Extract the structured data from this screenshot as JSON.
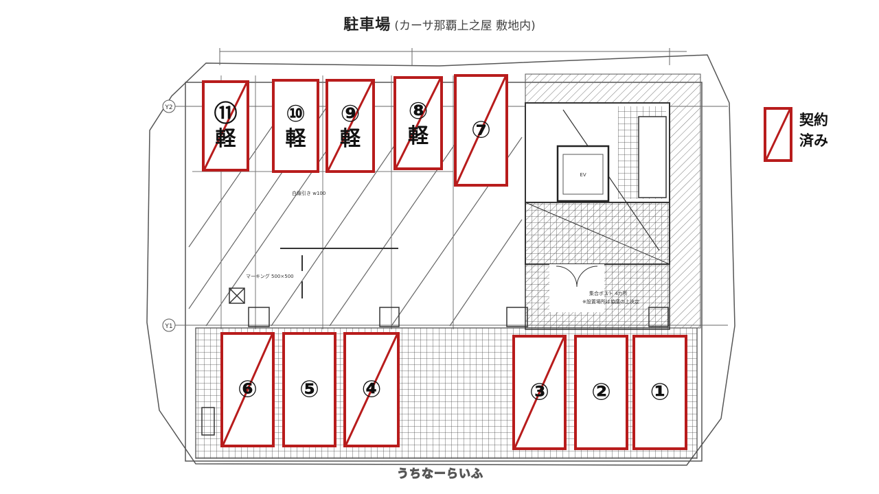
{
  "title": {
    "main": "駐車場",
    "sub": "(カーサ那覇上之屋 敷地内)"
  },
  "colors": {
    "contract_red": "#b81c1c",
    "drawing_line": "#555555"
  },
  "spaces": [
    {
      "id": "1",
      "label": "①",
      "kei": "",
      "contracted": false
    },
    {
      "id": "2",
      "label": "②",
      "kei": "",
      "contracted": false
    },
    {
      "id": "3",
      "label": "③",
      "kei": "",
      "contracted": true
    },
    {
      "id": "4",
      "label": "④",
      "kei": "",
      "contracted": true
    },
    {
      "id": "5",
      "label": "⑤",
      "kei": "",
      "contracted": false
    },
    {
      "id": "6",
      "label": "⑥",
      "kei": "",
      "contracted": true
    },
    {
      "id": "7",
      "label": "⑦",
      "kei": "",
      "contracted": true
    },
    {
      "id": "8",
      "label": "⑧",
      "kei": "軽",
      "contracted": true
    },
    {
      "id": "9",
      "label": "⑨",
      "kei": "軽",
      "contracted": true
    },
    {
      "id": "10",
      "label": "⑩",
      "kei": "軽",
      "contracted": false
    },
    {
      "id": "11",
      "label": "⑪",
      "kei": "軽",
      "contracted": true
    }
  ],
  "legend": {
    "text": "契約\n済み"
  },
  "drawing": {
    "grid_labels": {
      "y1": "Y1",
      "y2": "Y2"
    },
    "notes": {
      "white_line": "白線引き w100",
      "ev_label": "EV",
      "marking": "マーキング 500×500",
      "note_right_1": "集合ポスト 4カ所",
      "note_right_2": "※設置場所は協議の上決定"
    }
  },
  "watermark": "うちなーらいふ"
}
